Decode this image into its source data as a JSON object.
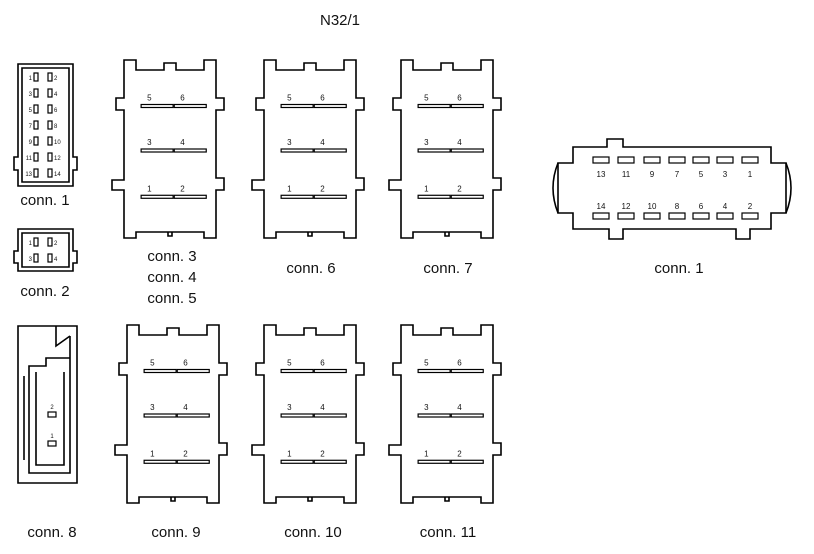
{
  "title": "N32/1",
  "labels": {
    "conn1_small": "conn. 1",
    "conn2": "conn. 2",
    "conn345_a": "conn. 3",
    "conn345_b": "conn. 4",
    "conn345_c": "conn. 5",
    "conn6": "conn. 6",
    "conn7": "conn. 7",
    "conn1_large": "conn. 1",
    "conn8": "conn. 8",
    "conn9": "conn. 9",
    "conn10": "conn. 10",
    "conn11": "conn. 11"
  },
  "six_pin": [
    "1",
    "2",
    "3",
    "4",
    "5",
    "6"
  ],
  "conn1_small_pins": [
    "1",
    "2",
    "3",
    "4",
    "5",
    "6",
    "7",
    "8",
    "9",
    "10",
    "11",
    "12",
    "13",
    "14"
  ],
  "conn2_pins": [
    "1",
    "2",
    "3",
    "4"
  ],
  "conn1_large_top": [
    "13",
    "11",
    "9",
    "7",
    "5",
    "3",
    "1"
  ],
  "conn1_large_bottom": [
    "14",
    "12",
    "10",
    "8",
    "6",
    "4",
    "2"
  ],
  "conn8_pins": [
    "2",
    "1"
  ]
}
